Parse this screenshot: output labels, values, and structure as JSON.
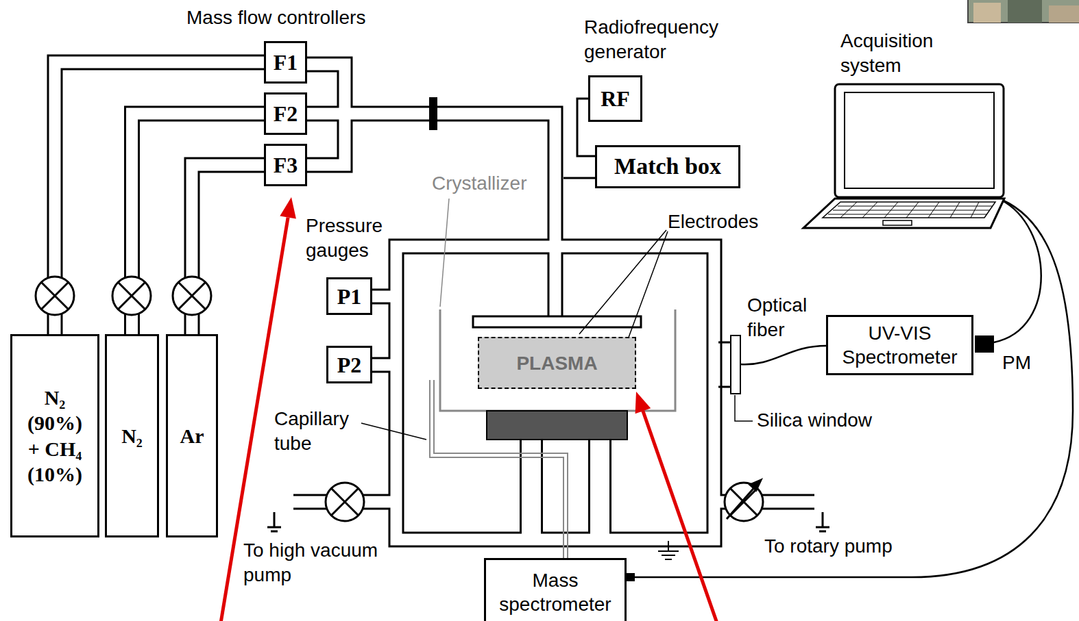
{
  "diagram": {
    "nodes": [
      {
        "text": [
          "F1"
        ]
      },
      {
        "text": [
          "F2"
        ]
      },
      {
        "text": [
          "F3"
        ]
      },
      {
        "text": [
          "RF"
        ]
      },
      {
        "text": [
          "Match box"
        ]
      },
      {
        "text": [
          "P1"
        ]
      },
      {
        "text": [
          "P2"
        ]
      },
      {
        "text": [
          "PLASMA"
        ]
      },
      {
        "text": [
          "UV-VIS Spectrometer"
        ]
      },
      {
        "text": [
          "N₂ (90%) + CH₄ (10%)"
        ]
      },
      {
        "text": [
          "N₂"
        ]
      },
      {
        "text": [
          "Ar"
        ]
      },
      {
        "text": [
          "Mass spectrometer"
        ]
      }
    ],
    "edges": [
      {
        "from": 9,
        "to": 0,
        "arrow": "none"
      },
      {
        "from": 10,
        "to": 1,
        "arrow": "none"
      },
      {
        "from": 11,
        "to": 2,
        "arrow": "none"
      },
      {
        "from": 3,
        "to": 4,
        "arrow": "none"
      }
    ],
    "labels": [
      "Mass flow controllers",
      "Radiofrequency generator",
      "Acquisition system",
      "Crystallizer",
      "Pressure gauges",
      "Electrodes",
      "Optical fiber",
      "Silica window",
      "PM",
      "Capillary tube",
      "To high vacuum pump",
      "To rotary pump"
    ]
  }
}
